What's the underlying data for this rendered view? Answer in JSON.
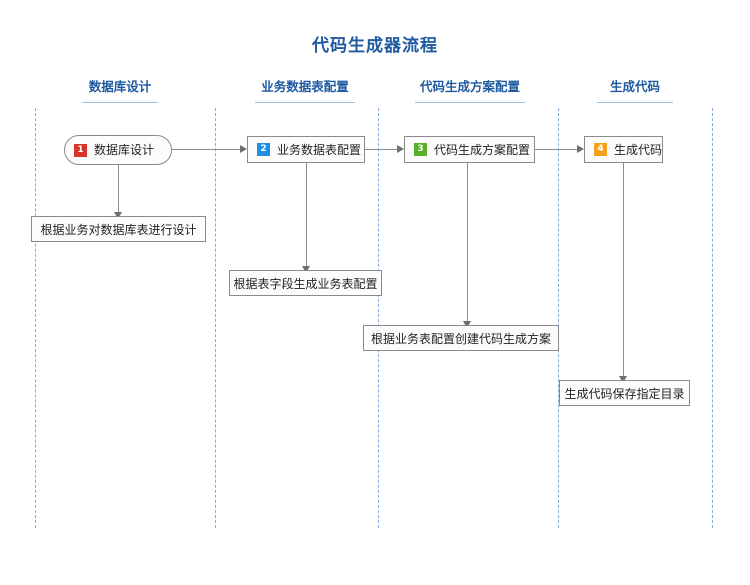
{
  "diagram": {
    "title": "代码生成器流程",
    "accent_color": "#1f5aa0",
    "lane_separator_color": "#6c9fd4",
    "lanes": [
      {
        "id": "lane-database-design",
        "header": "数据库设计",
        "step": {
          "number": "1",
          "label": "数据库设计",
          "badge_color": "#d9342b",
          "shape": "pill"
        },
        "description": "根据业务对数据库表进行设计"
      },
      {
        "id": "lane-business-table-config",
        "header": "业务数据表配置",
        "step": {
          "number": "2",
          "label": "业务数据表配置",
          "badge_color": "#1f8fe0",
          "shape": "rect"
        },
        "description": "根据表字段生成业务表配置"
      },
      {
        "id": "lane-code-gen-plan-config",
        "header": "代码生成方案配置",
        "step": {
          "number": "3",
          "label": "代码生成方案配置",
          "badge_color": "#56b02a",
          "shape": "rect"
        },
        "description": "根据业务表配置创建代码生成方案"
      },
      {
        "id": "lane-generate-code",
        "header": "生成代码",
        "step": {
          "number": "4",
          "label": "生成代码",
          "badge_color": "#f2a31b",
          "shape": "rect"
        },
        "description": "生成代码保存指定目录"
      }
    ]
  }
}
